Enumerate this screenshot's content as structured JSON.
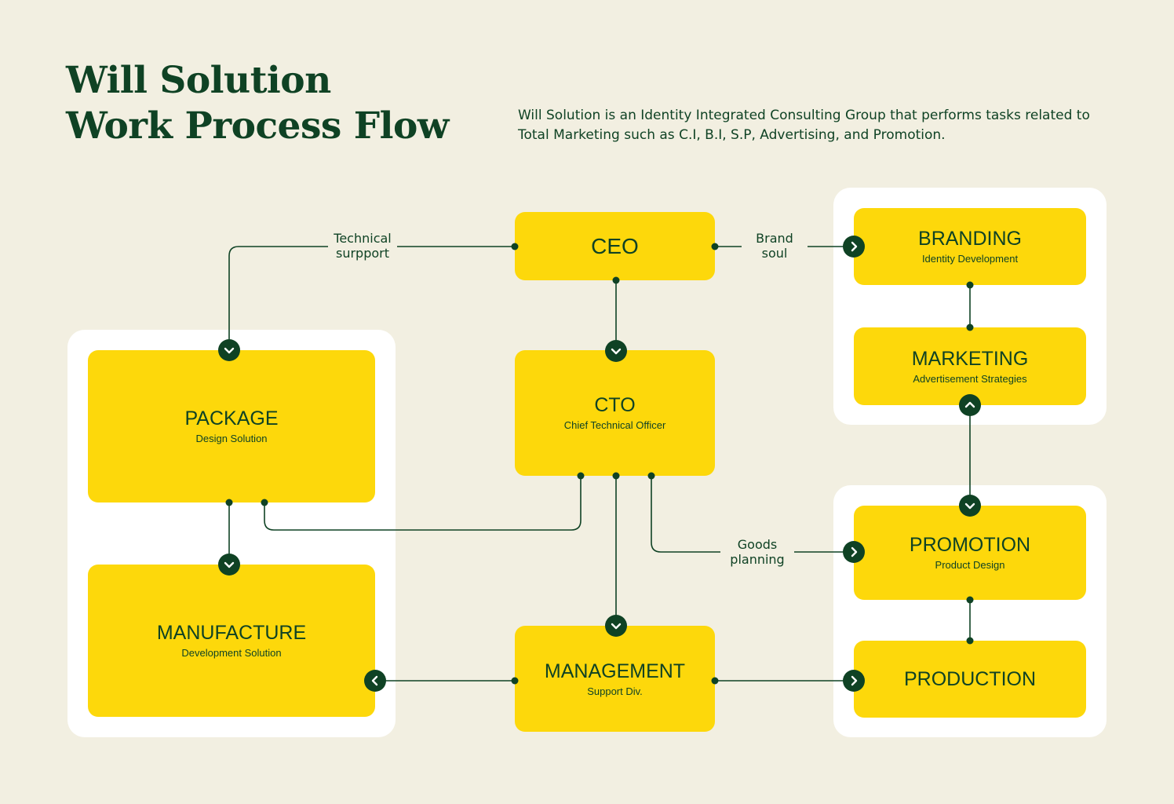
{
  "header": {
    "title_line1": "Will Solution",
    "title_line2": "Work Process Flow",
    "description": "Will Solution is an Identity Integrated Consulting Group that performs tasks related to Total Marketing such as C.I, B.I, S.P, Advertising, and Promotion."
  },
  "colors": {
    "background": "#f2efe1",
    "node_fill": "#fdd80b",
    "ink": "#0f4224",
    "panel": "#ffffff"
  },
  "nodes": {
    "ceo": {
      "title": "CEO",
      "subtitle": ""
    },
    "cto": {
      "title": "CTO",
      "subtitle": "Chief Technical Officer"
    },
    "management": {
      "title": "MANAGEMENT",
      "subtitle": "Support Div."
    },
    "package": {
      "title": "PACKAGE",
      "subtitle": "Design Solution"
    },
    "manufacture": {
      "title": "MANUFACTURE",
      "subtitle": "Development Solution"
    },
    "branding": {
      "title": "BRANDING",
      "subtitle": "Identity Development"
    },
    "marketing": {
      "title": "MARKETING",
      "subtitle": "Advertisement Strategies"
    },
    "promotion": {
      "title": "PROMOTION",
      "subtitle": "Product Design"
    },
    "production": {
      "title": "PRODUCTION",
      "subtitle": ""
    }
  },
  "edge_labels": {
    "technical_support": {
      "line1": "Technical",
      "line2": "surpport"
    },
    "brand_soul": {
      "line1": "Brand",
      "line2": "soul"
    },
    "goods_planning": {
      "line1": "Goods",
      "line2": "planning"
    }
  },
  "icons": {
    "arrow_down": "chevron-down-icon",
    "arrow_right": "chevron-right-icon",
    "arrow_left": "chevron-left-icon",
    "arrow_up": "chevron-up-icon"
  }
}
